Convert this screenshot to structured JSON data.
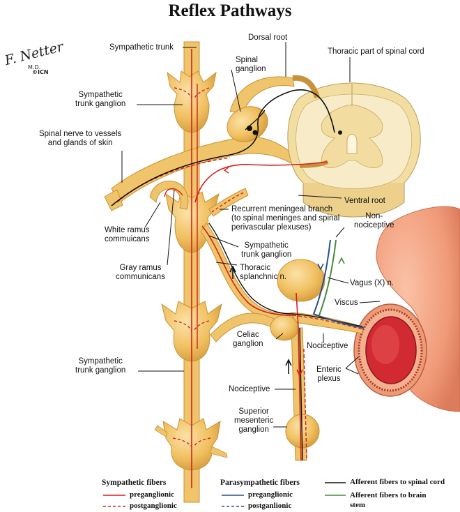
{
  "title": "Reflex Pathways",
  "signature": {
    "name": "F. Netter",
    "suffix": "M.D.",
    "mark": "©ICN"
  },
  "labels": {
    "sympathetic_trunk": "Sympathetic trunk",
    "dorsal_root": "Dorsal root",
    "spinal_ganglion": [
      "Spinal",
      "ganglion"
    ],
    "thoracic_cord": "Thoracic part of spinal cord",
    "trunk_ganglion_top": [
      "Sympathetic",
      "trunk ganglion"
    ],
    "spinal_nerve": [
      "Spinal nerve to vessels",
      "and glands of skin"
    ],
    "ventral_root": "Ventral root",
    "recurrent_meningeal": [
      "Recurrent meningeal branch",
      "(to spinal meninges and spinal",
      "perivascular plexuses)"
    ],
    "non_nociceptive": [
      "Non-",
      "nociceptive"
    ],
    "white_ramus": [
      "White ramus",
      "commuicans"
    ],
    "trunk_ganglion_mid": [
      "Sympathetic",
      "trunk ganglion"
    ],
    "gray_ramus": [
      "Gray ramus",
      "communicans"
    ],
    "thoracic_splanchnic": [
      "Thoracic",
      "splanchnic n."
    ],
    "vagus": "Vagus (X) n.",
    "viscus": "Viscus",
    "celiac": [
      "Celiac",
      "ganglion"
    ],
    "nociceptive_right": "Nociceptive",
    "trunk_ganglion_low": [
      "Sympathetic",
      "trunk ganglion"
    ],
    "enteric": [
      "Enteric",
      "plexus"
    ],
    "nociceptive_left": "Nociceptive",
    "superior_mesenteric": [
      "Superior",
      "mesenteric",
      "ganglion"
    ]
  },
  "legend": {
    "sympathetic": {
      "heading": "Sympathetic fibers",
      "pre": "preganglionic",
      "post": "postganglionic"
    },
    "parasympathetic": {
      "heading": "Parasympathetic fibers",
      "pre": "preganglionic",
      "post": "postganlionic"
    },
    "afferent_spinal": "Afferent fibers to spinal cord",
    "afferent_brain": [
      "Afferent fibers to brain",
      "stem"
    ]
  },
  "colors": {
    "nerve": "#f0c46a",
    "nerve_edge": "#c8923a",
    "cord": "#f7e6b5",
    "sympathetic": "#d42020",
    "parasympathetic": "#2c4e8a",
    "afferent_spinal": "#111111",
    "afferent_brain": "#4a8a3a",
    "viscus": "#f2a080",
    "lumen": "#c4192a"
  }
}
